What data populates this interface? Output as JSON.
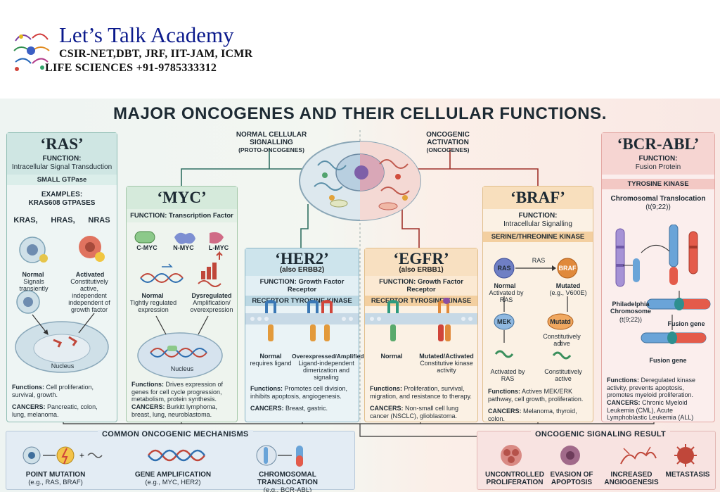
{
  "header": {
    "academy_name": "Let’s Talk Academy",
    "exams": "CSIR-NET,DBT, JRF, IIT-JAM, ICMR",
    "subject_phone": "LIFE SCIENCES  +91-9785333312"
  },
  "title": "MAJOR ONCOGENES AND THEIR CELLULAR FUNCTIONS.",
  "center": {
    "normal_label": "NORMAL CELLULAR SIGNALLING",
    "normal_sub": "(PROTO-ONCOGENES)",
    "onco_label": "ONCOGENIC ACTIVATION",
    "onco_sub": "(ONCOGENES)"
  },
  "ras": {
    "title": "‘RAS’",
    "function_label": "FUNCTION:",
    "function": "Intracellular Signal Transduction",
    "band": "SMALL GTPase",
    "examples_label": "EXAMPLES:",
    "examples": "KRAS608 GTPASES",
    "genes": [
      "KRAS,",
      "HRAS,",
      "NRAS"
    ],
    "normal_label": "Normal",
    "normal_desc": "Signals transiently",
    "activated_label": "Activated",
    "activated_desc": "Constitutively active, independent independent of growth factor",
    "nucleus": "Nucleus",
    "functions_label": "Functions:",
    "functions": "Cell proliferation, survival, growth.",
    "cancers_label": "CANCERS:",
    "cancers": "Pancreatic, colon, lung, melanoma."
  },
  "myc": {
    "title": "‘MYC’",
    "function": "FUNCTION: Transcription Factor",
    "variants": [
      "C-MYC",
      "N-MYC",
      "L-MYC"
    ],
    "normal_label": "Normal",
    "normal_desc": "Tightly regulated expression",
    "dys_label": "Dysregulated",
    "dys_desc": "Amplification/ overexpression",
    "nucleus": "Nucleus",
    "functions_label": "Functions:",
    "functions": "Drives expression of genes for cell cycle progression, metabolism, protein synthesis.",
    "cancers_label": "CANCERS:",
    "cancers": "Burkitt lymphoma, breast, lung, neuroblastoma."
  },
  "her2": {
    "title": "‘HER2’",
    "alias": "(also ERBB2)",
    "function": "FUNCTION: Growth Factor Receptor",
    "band": "RECEPTOR TYROSINE KINASE",
    "normal_label": "Normal",
    "normal_desc": "requires ligand",
    "over_label": "Overexpressed/Amplified",
    "over_desc": "Ligand-independent dimerization and signaling",
    "functions_label": "Functions:",
    "functions": "Promotes cell division, inhibits apoptosis, angiogenesis.",
    "cancers_label": "CANCERS:",
    "cancers": "Breast, gastric."
  },
  "egfr": {
    "title": "‘EGFR’",
    "alias": "(also ERBB1)",
    "function": "FUNCTION: Growth Factor Receptor",
    "band": "RECEPTOR TYROSINE KINASE",
    "normal_label": "Normal",
    "mut_label": "Mutated/Activated",
    "mut_desc": "Constitutive kinase activity",
    "functions_label": "Functions:",
    "functions": "Proliferation, survival, migration, and resistance to therapy.",
    "cancers_label": "CANCERS:",
    "cancers": "Non-small cell lung cancer (NSCLC), glioblastoma."
  },
  "braf": {
    "title": "‘BRAF’",
    "function_label": "FUNCTION:",
    "function": "Intracellular Signalling",
    "band": "SERINE/THREONINE KINASE",
    "ras_node": "RAS",
    "ras_arrow": "RAS",
    "braf_node": "BRAF",
    "normal_label": "Normal",
    "normal_desc": "Activated by RAS",
    "mut_label": "Mutated",
    "mut_desc": "(e.g., V600E)",
    "mek_node": "MEK",
    "mutatd_node": "Mutatd",
    "const_active": "Constitutively active",
    "activated_by": "Activated by RAS",
    "const_active2": "Constitutively active",
    "functions_label": "Functions:",
    "functions": "Actives MEK/ERK pathway, cell growth, proliferation.",
    "cancers_label": "CANCERS:",
    "cancers": "Melanoma, thyroid, colon."
  },
  "bcr": {
    "title": "‘BCR-ABL’",
    "function_label": "FUNCTION:",
    "function": "Fusion Protein",
    "band": "TYROSINE KINASE",
    "transloc": "Chromosomal Translocation",
    "transloc_sub": "(t(9;22))",
    "philadelphia": "Philadelphia Chromosome",
    "philadelphia_sub": "(t(9;22))",
    "fusion_gene": "Fusion gene",
    "fusion_gene2": "Fusion gene",
    "functions_label": "Functions:",
    "functions": "Deregulated kinase activity, prevents apoptosis, promotes myeloid proliferation.",
    "cancers_label": "CANCERS:",
    "cancers": "Chronic Myeloid Leukemia (CML), Acute Lymphoblastic Leukemia (ALL)"
  },
  "mechanisms": {
    "heading": "COMMON ONCOGENIC MECHANISMS",
    "items": [
      {
        "title": "POINT MUTATION",
        "sub": "(e.g., RAS, BRAF)"
      },
      {
        "title": "GENE AMPLIFICATION",
        "sub": "(e.g., MYC, HER2)"
      },
      {
        "title": "CHROMOSOMAL TRANSLOCATION",
        "sub": "(e.g., BCR-ABL)"
      }
    ]
  },
  "result": {
    "heading": "ONCOGENIC SIGNALING RESULT",
    "items": [
      {
        "l1": "UNCONTROLLED",
        "l2": "PROLIFERATION"
      },
      {
        "l1": "EVASION OF",
        "l2": "APOPTOSIS"
      },
      {
        "l1": "INCREASED",
        "l2": "ANGIOGENESIS"
      },
      {
        "l1": "METASTASIS",
        "l2": ""
      }
    ]
  },
  "colors": {
    "ras": "#cfe6e3",
    "myc": "#d5eadb",
    "her2": "#cde4ec",
    "egfr": "#f8e0c1",
    "braf": "#f8dfbd",
    "bcr": "#f6d5d2",
    "brand": "#0b1a8c",
    "mutant": "#e2564a"
  }
}
